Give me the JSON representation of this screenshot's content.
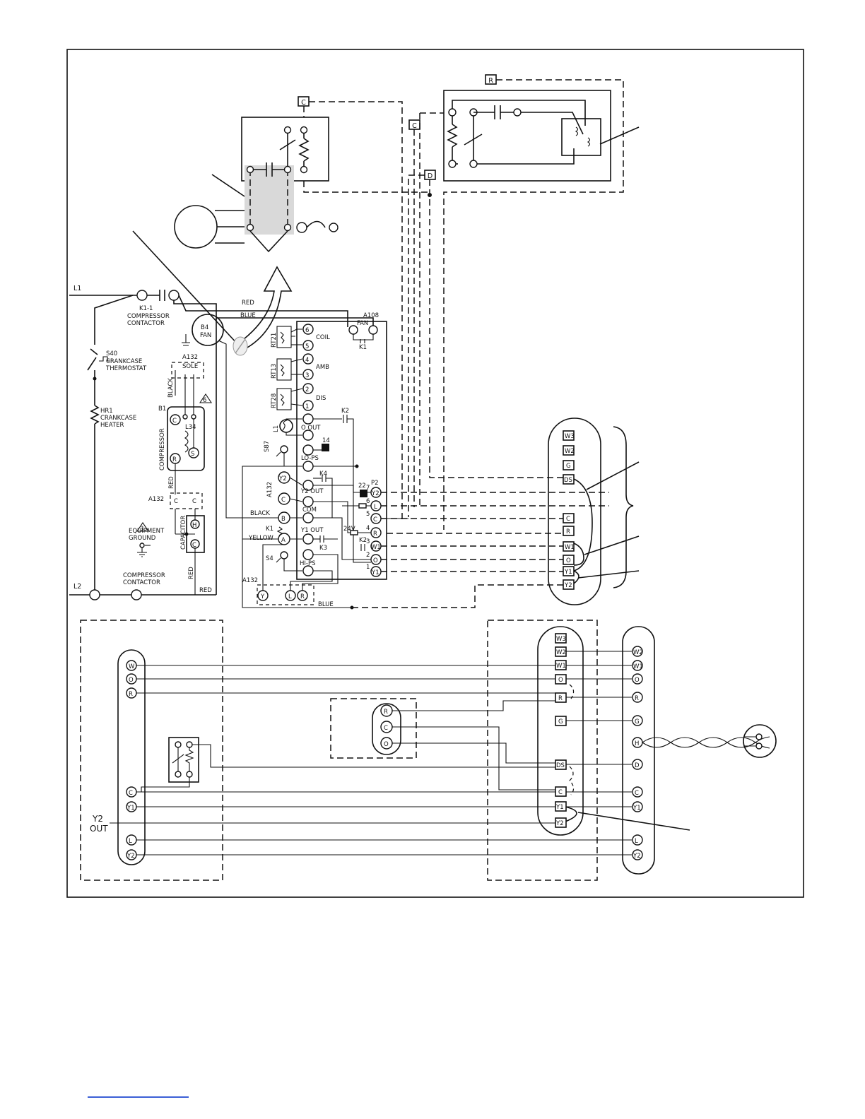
{
  "diagram": {
    "labels": {
      "l1": "L1",
      "l2": "L2",
      "k1_1": "K1-1",
      "compressor_contactor_1": "COMPRESSOR",
      "compressor_contactor_2": "CONTACTOR",
      "compressor_contactor_b1": "COMPRESSOR",
      "compressor_contactor_b2": "CONTACTOR",
      "s40": "S40",
      "crankcase_thermostat_1": "CRANKCASE",
      "crankcase_thermostat_2": "THERMOSTAT",
      "hr1": "HR1",
      "crankcase_heater_1": "CRANKCASE",
      "crankcase_heater_2": "HEATER",
      "b4": "B4",
      "fan": "FAN",
      "a132_sole": "A132",
      "sole": "SOLE",
      "black_top": "BLACK",
      "b1": "B1",
      "l34": "L34",
      "compressor_vert": "COMPRESSOR",
      "red_left": "RED",
      "a132_cap": "A132",
      "capacitor": "CAPACITOR",
      "equipment_ground_1": "EQUIPMENT",
      "equipment_ground_2": "GROUND",
      "red_bottom_vert": "RED",
      "red_bottom": "RED",
      "red_top": "RED",
      "blue_top": "BLUE",
      "blue_bottom": "BLUE",
      "black_mid": "BLACK",
      "yellow": "YELLOW",
      "k1": "K1",
      "s87": "S87",
      "s4": "S4",
      "a132_mid": "A132",
      "a132_bottom": "A132",
      "a108": "A108",
      "fan_board": "FAN",
      "k1_board": "K1",
      "rt21": "RT21",
      "rt13": "RT13",
      "rt28": "RT28",
      "l1_coil": "L1",
      "coil": "COIL",
      "amb": "AMB",
      "dis": "DIS",
      "o_out": "O OUT",
      "lo_ps": "LO-PS",
      "y2_out": "Y2 OUT",
      "com": "COM",
      "y1_out": "Y1 OUT",
      "hi_ps": "HI-PS",
      "k2_top": "K2",
      "k4": "K4",
      "k3": "K3",
      "k2_bot": "K2",
      "v24": "24V",
      "p2": "P2",
      "j14": "14",
      "j22": "22",
      "y2_out_big_1": "Y2",
      "y2_out_big_2": "OUT"
    },
    "board_pins": [
      "6",
      "5",
      "4",
      "3",
      "2",
      "1"
    ],
    "p2_pins": [
      "7",
      "6",
      "5",
      "4",
      "3",
      "2",
      "1"
    ],
    "p2_terms": [
      "Y2",
      "L",
      "C",
      "R",
      "W1",
      "O",
      "Y1"
    ],
    "inline_terms": [
      "Y2",
      "C",
      "B",
      "A"
    ],
    "a132_bottom_terms": [
      "Y",
      "L",
      "R"
    ],
    "tstat_top": [
      "W3",
      "W2",
      "G",
      "DS",
      "C",
      "R",
      "W1",
      "O",
      "Y1",
      "Y2"
    ],
    "top_small_tags": [
      "C",
      "C",
      "R",
      "D"
    ],
    "cap_terms": [
      "H",
      "C"
    ],
    "compressor_terms": [
      "C",
      "R",
      "S"
    ],
    "sole_terms": [
      "C",
      "C"
    ],
    "cap_side_terms": [
      "C",
      "C"
    ],
    "left_unit": [
      "W",
      "O",
      "R",
      "C",
      "Y1",
      "L",
      "Y2"
    ],
    "center_unit": [
      "R",
      "C",
      "O"
    ],
    "right_inner": [
      "W3",
      "W2",
      "W1",
      "O",
      "R",
      "G",
      "DS",
      "C",
      "Y1",
      "Y2"
    ],
    "right_outer": [
      "W2",
      "W1",
      "O",
      "R",
      "G",
      "H",
      "D",
      "C",
      "Y1",
      "L",
      "Y2"
    ],
    "warning_6": "6",
    "warning_3": "3"
  }
}
